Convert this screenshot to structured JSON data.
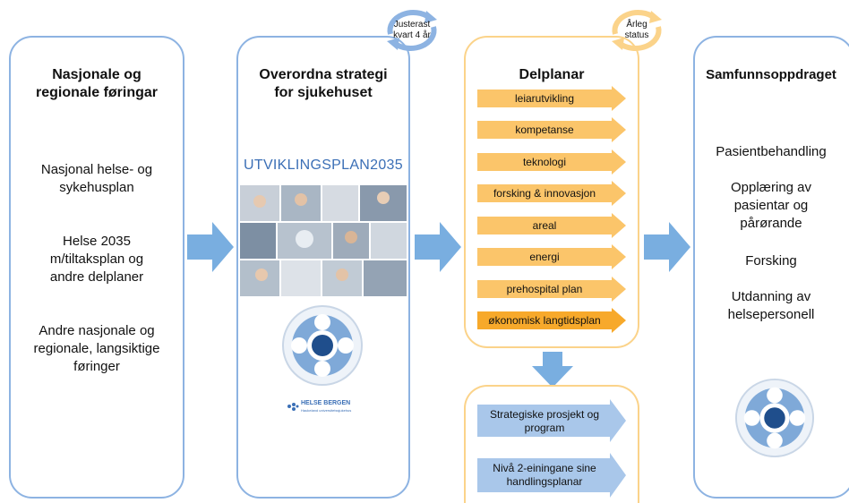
{
  "panel1": {
    "title": "Nasjonale og regionale føringar",
    "items": [
      "Nasjonal helse- og sykehusplan",
      "Helse 2035 m/tiltaksplan og andre delplaner",
      "Andre nasjonale og regionale, langsiktige føringer"
    ]
  },
  "panel2": {
    "title": "Overordna strategi for sjukehuset",
    "cycle_label": "Justerast kvart 4 år",
    "cover_title": "UTVIKLINGSPLAN2035",
    "logo_text": "HELSE BERGEN",
    "logo_subtext": "Haukeland universitetssjukehus"
  },
  "panel3": {
    "title": "Delplanar",
    "cycle_label": "Årleg status",
    "plans": [
      "leiarutvikling",
      "kompetanse",
      "teknologi",
      "forsking & innovasjon",
      "areal",
      "energi",
      "prehospital plan",
      "økonomisk langtidsplan"
    ]
  },
  "panel3b": {
    "items": [
      "Strategiske prosjekt og program",
      "Nivå 2-einingane sine handlingsplanar"
    ]
  },
  "panel4": {
    "title": "Samfunnsoppdraget",
    "items": [
      "Pasientbehandling",
      "Opplæring av pasientar og pårørande",
      "Forsking",
      "Utdanning av helsepersonell"
    ]
  },
  "colors": {
    "panel_blue": "#8db3e2",
    "panel_orange": "#fbd38a",
    "arrow_blue": "#79aee0",
    "plan_arrow": "#fbc56a",
    "plan_arrow_last": "#f7a92b",
    "cover_title": "#3b6fb6"
  }
}
